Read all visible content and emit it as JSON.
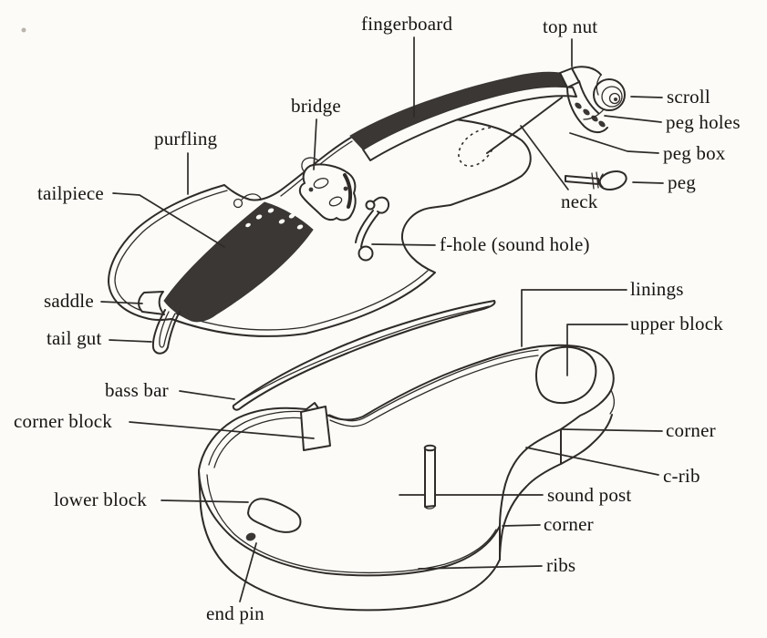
{
  "figure": {
    "description": "Exploded line-drawing diagram of the parts of a violin: top plate with neck and scroll above, bass bar in the middle, and rib frame below",
    "background": "#fcfbf8",
    "ink": "#2e2b28",
    "dark_fill": "#3a3735",
    "text_color": "#171411"
  },
  "labels": {
    "fingerboard": "fingerboard",
    "top_nut": "top nut",
    "scroll": "scroll",
    "peg_holes": "peg holes",
    "peg_box": "peg box",
    "peg": "peg",
    "neck": "neck",
    "bridge": "bridge",
    "purfling": "purfling",
    "tailpiece": "tailpiece",
    "f_hole": "f-hole (sound hole)",
    "saddle": "saddle",
    "tail_gut": "tail gut",
    "bass_bar": "bass bar",
    "linings": "linings",
    "upper_block": "upper block",
    "corner_block": "corner block",
    "corner_upper": "corner",
    "c_rib": "c-rib",
    "lower_block": "lower block",
    "sound_post": "sound post",
    "corner_lower": "corner",
    "ribs": "ribs",
    "end_pin": "end pin"
  }
}
